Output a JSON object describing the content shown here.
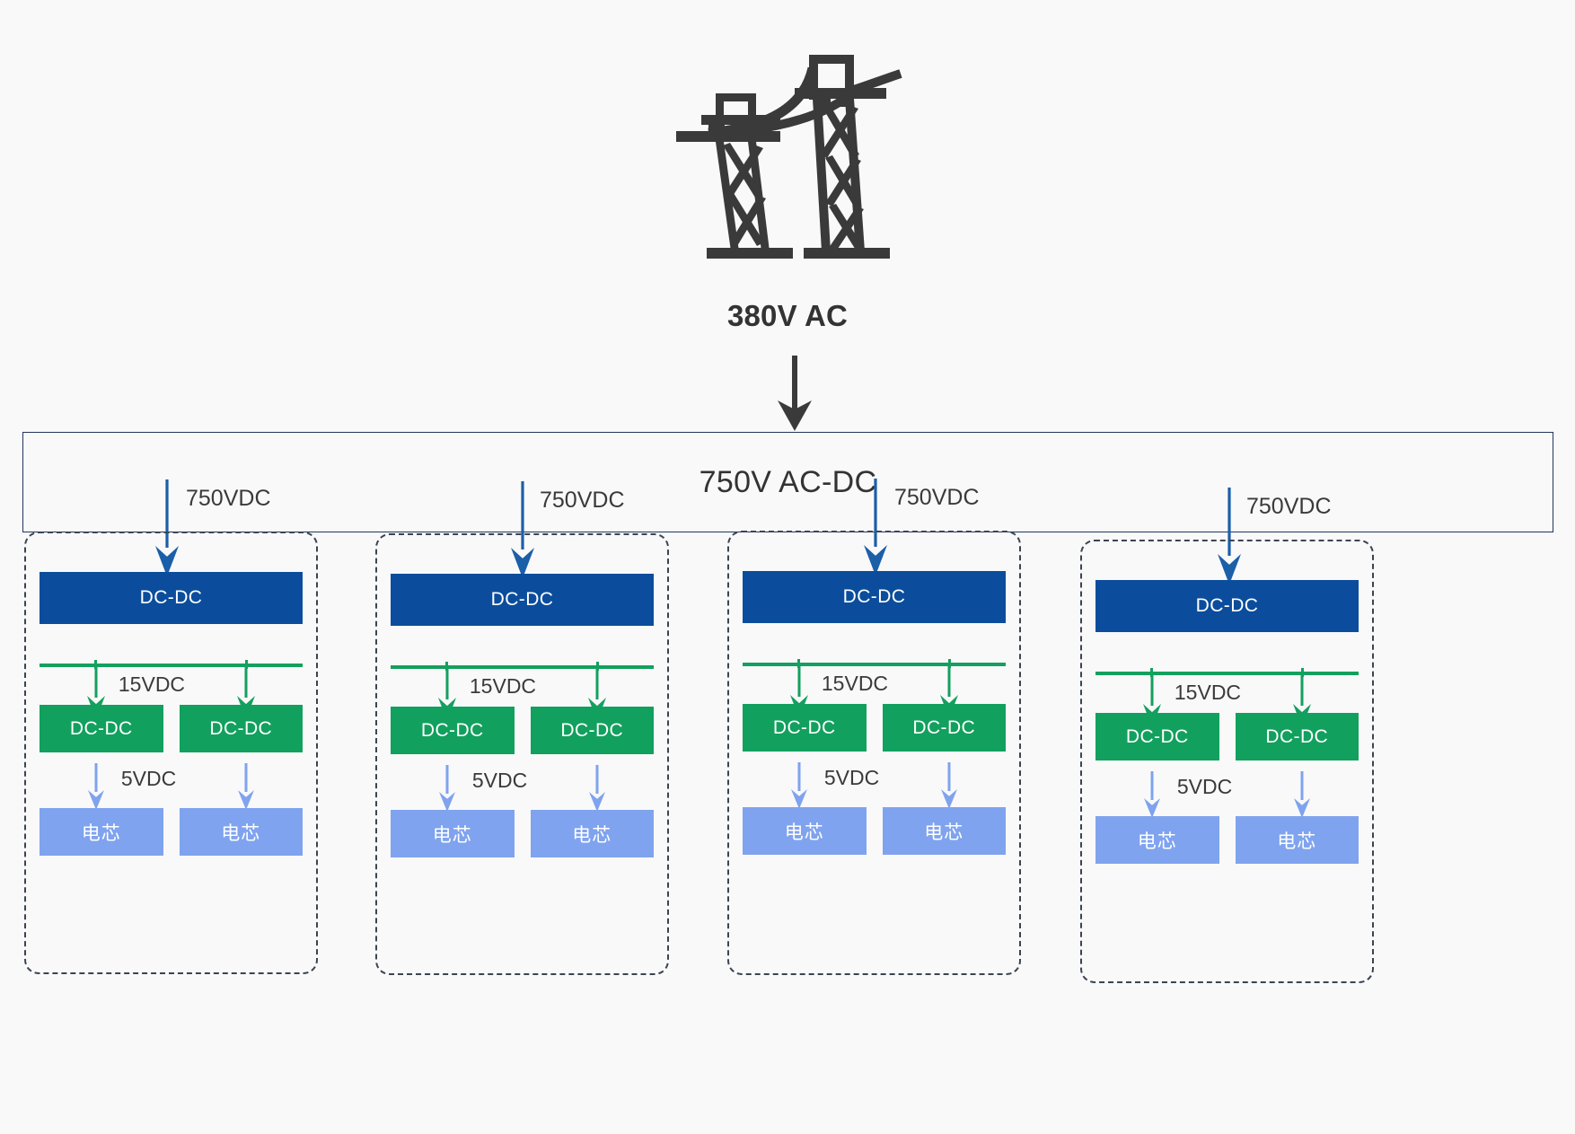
{
  "source": {
    "icon": "transmission-tower-icon",
    "label": "380V AC"
  },
  "converter": {
    "label": "750V AC-DC",
    "border_color": "#23345C"
  },
  "colors": {
    "background": "#F9F9FA",
    "dark_blue": "#0B4D9C",
    "green": "#12A05E",
    "light_blue": "#7FA3EE",
    "dashed_border": "#3C4450",
    "arrow_blue": "#1B5FA8",
    "arrow_green": "#14A05E",
    "arrow_light_blue": "#7FA3EE",
    "text_dark": "#333333"
  },
  "feed_label": "750VDC",
  "mid_label": "15VDC",
  "low_label": "5VDC",
  "groups": [
    {
      "id": "group-1",
      "feed_label": "750VDC",
      "top_module": "DC-DC",
      "mid_label": "15VDC",
      "mid_modules": [
        "DC-DC",
        "DC-DC"
      ],
      "low_label": "5VDC",
      "cells": [
        "电芯",
        "电芯"
      ]
    },
    {
      "id": "group-2",
      "feed_label": "750VDC",
      "top_module": "DC-DC",
      "mid_label": "15VDC",
      "mid_modules": [
        "DC-DC",
        "DC-DC"
      ],
      "low_label": "5VDC",
      "cells": [
        "电芯",
        "电芯"
      ]
    },
    {
      "id": "group-3",
      "feed_label": "750VDC",
      "top_module": "DC-DC",
      "mid_label": "15VDC",
      "mid_modules": [
        "DC-DC",
        "DC-DC"
      ],
      "low_label": "5VDC",
      "cells": [
        "电芯",
        "电芯"
      ]
    },
    {
      "id": "group-4",
      "feed_label": "750VDC",
      "top_module": "DC-DC",
      "mid_label": "15VDC",
      "mid_modules": [
        "DC-DC",
        "DC-DC"
      ],
      "low_label": "5VDC",
      "cells": [
        "电芯",
        "电芯"
      ]
    }
  ]
}
